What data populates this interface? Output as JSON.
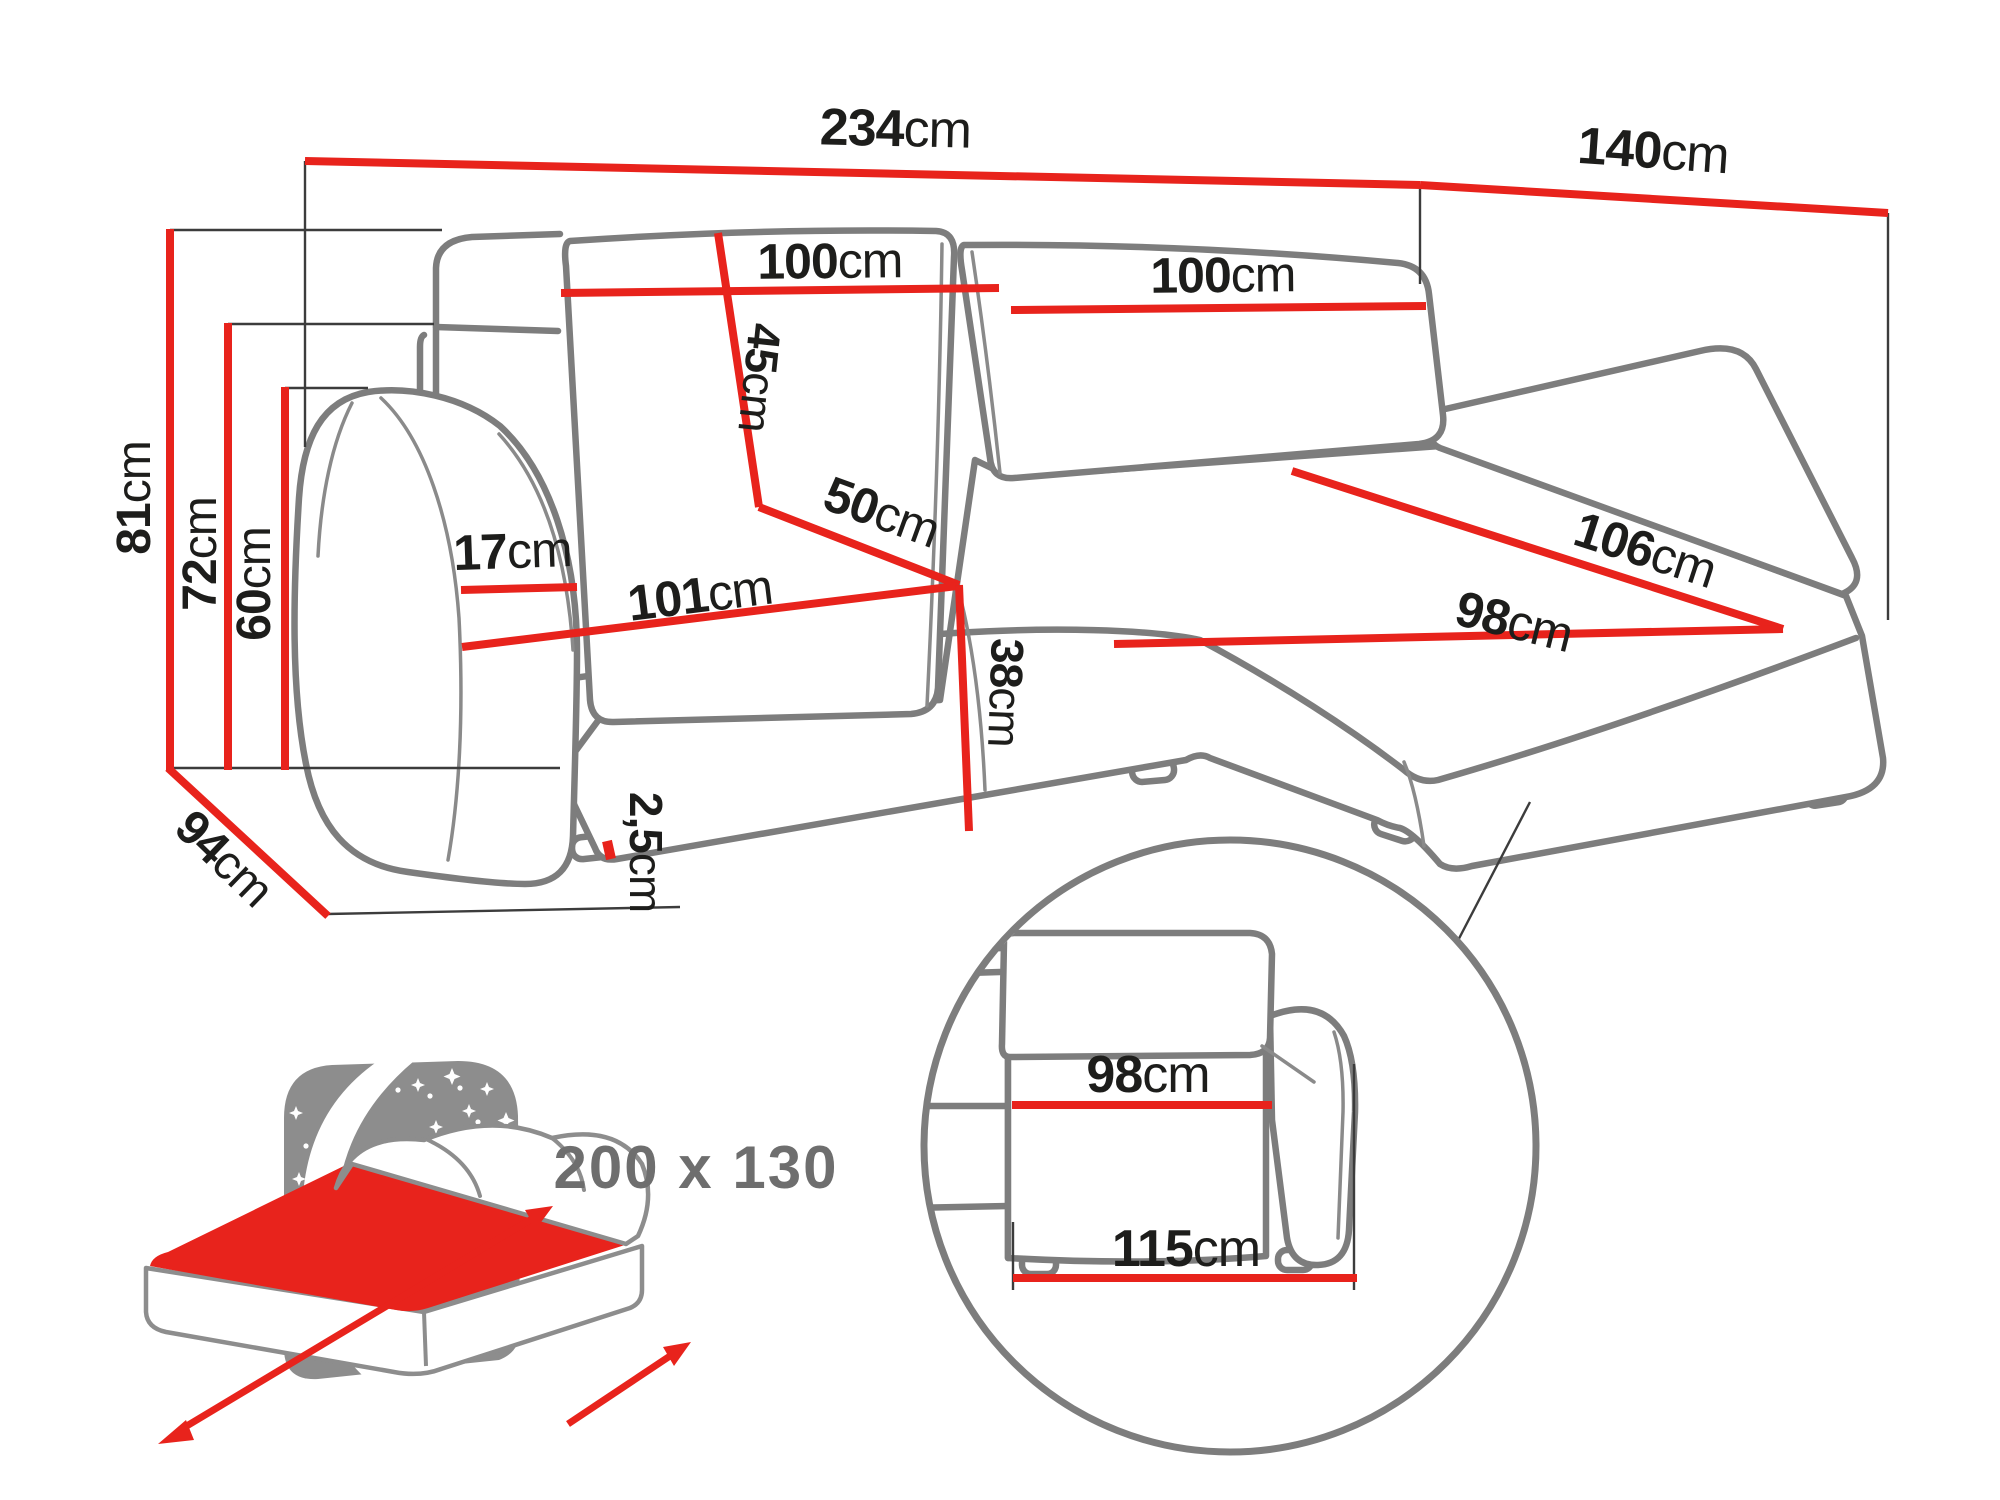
{
  "diagram": {
    "subject": "corner-sofa-bed-dimension-diagram",
    "unit_default": "cm",
    "colors": {
      "dimension_red": "#e8231c",
      "outline_gray": "#7d7d7d",
      "label_black": "#1d1d1b",
      "icon_gray": "#8d8d8d",
      "sleeping_text_gray": "#6e6e6e"
    },
    "icons": {
      "sleeping_function": "bed-moon-stars-icon",
      "detail_view": "circle-detail-inset"
    }
  },
  "dimensions": {
    "total_width": {
      "value": "234",
      "unit": "cm"
    },
    "total_depth_right": {
      "value": "140",
      "unit": "cm"
    },
    "total_height": {
      "value": "81",
      "unit": "cm"
    },
    "backrest_height": {
      "value": "72",
      "unit": "cm"
    },
    "armrest_height": {
      "value": "60",
      "unit": "cm"
    },
    "base_depth": {
      "value": "94",
      "unit": "cm"
    },
    "back_cushion_left_width": {
      "value": "100",
      "unit": "cm"
    },
    "back_cushion_right_width": {
      "value": "100",
      "unit": "cm"
    },
    "back_cushion_height": {
      "value": "45",
      "unit": "cm"
    },
    "seat_depth": {
      "value": "50",
      "unit": "cm"
    },
    "seat_width": {
      "value": "101",
      "unit": "cm"
    },
    "armrest_width": {
      "value": "17",
      "unit": "cm"
    },
    "seat_height": {
      "value": "38",
      "unit": "cm"
    },
    "floor_clearance": {
      "value": "2,5",
      "unit": "cm"
    },
    "chaise_length": {
      "value": "106",
      "unit": "cm"
    },
    "chaise_width": {
      "value": "98",
      "unit": "cm"
    }
  },
  "inset_detail": {
    "seat_section_depth": {
      "value": "98",
      "unit": "cm"
    },
    "base_section_depth": {
      "value": "115",
      "unit": "cm"
    }
  },
  "sleeping_area": {
    "label": "200 x 130"
  }
}
